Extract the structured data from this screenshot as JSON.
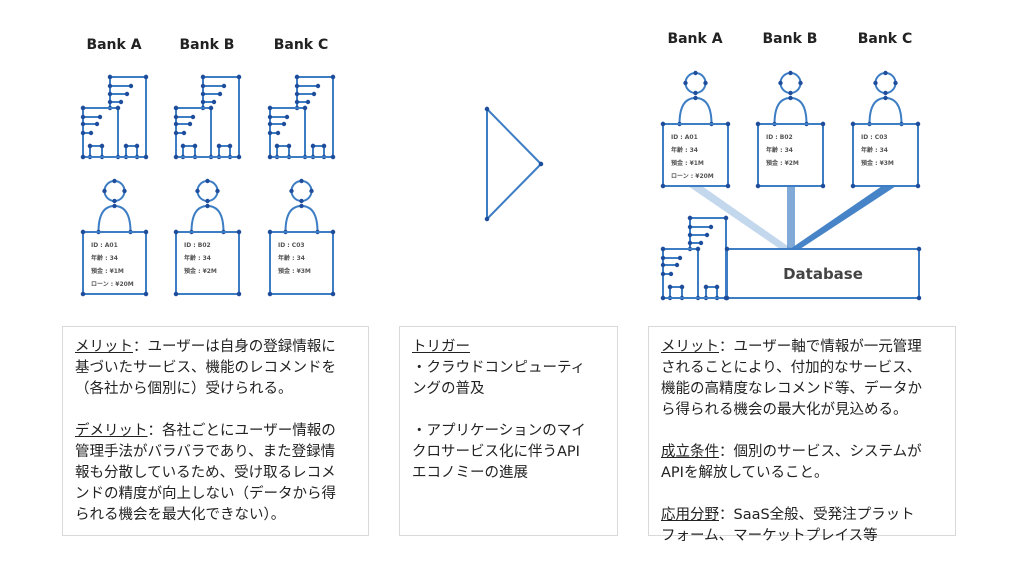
{
  "colors": {
    "line": "#3d7dc4",
    "dot": "#1d4d9b",
    "text": "#222222"
  },
  "left": {
    "banks": [
      {
        "name": "Bank A",
        "card": [
          "ID : A01",
          "年齢 : 34",
          "預金 : ¥1M",
          "ローン : ¥20M"
        ]
      },
      {
        "name": "Bank B",
        "card": [
          "ID : B02",
          "年齢 : 34",
          "預金 : ¥2M"
        ]
      },
      {
        "name": "Bank C",
        "card": [
          "ID : C03",
          "年齢 : 34",
          "預金 : ¥3M"
        ]
      }
    ]
  },
  "right": {
    "banks": [
      {
        "name": "Bank A",
        "card": [
          "ID : A01",
          "年齢 : 34",
          "預金 : ¥1M",
          "ローン : ¥20M"
        ]
      },
      {
        "name": "Bank B",
        "card": [
          "ID : B02",
          "年齢 : 34",
          "預金 : ¥2M"
        ]
      },
      {
        "name": "Bank C",
        "card": [
          "ID : C03",
          "年齢 : 34",
          "預金 : ¥3M"
        ]
      }
    ],
    "database_label": "Database"
  },
  "boxes": [
    {
      "sections": [
        {
          "label": "メリット",
          "lines": [
            "：ユーザーは自身の登録情報に",
            "基づいたサービス、機能のレコメンドを",
            "（各社から個別に）受けられる。"
          ]
        },
        {
          "label": "デメリット",
          "lines": [
            "：各社ごとにユーザー情報の",
            "管理手法がバラバラであり、また登録情",
            "報も分散しているため、受け取るレコメ",
            "ンドの精度が向上しない（データから得",
            "られる機会を最大化できない）。"
          ]
        }
      ]
    },
    {
      "sections": [
        {
          "label": "トリガー",
          "lines": [
            "",
            "・クラウドコンピューティ",
            "ングの普及"
          ]
        },
        {
          "label": "",
          "lines": [
            "・アプリケーションのマイ",
            "クロサービス化に伴うAPI",
            "エコノミーの進展"
          ]
        }
      ]
    },
    {
      "sections": [
        {
          "label": "メリット",
          "lines": [
            "：ユーザー軸で情報が一元管理",
            "されることにより、付加的なサービス、",
            "機能の高精度なレコメンド等、データか",
            "ら得られる機会の最大化が見込める。"
          ]
        },
        {
          "label": "成立条件",
          "lines": [
            "：個別のサービス、システムが",
            "APIを解放していること。"
          ]
        },
        {
          "label": "応用分野",
          "lines": [
            "：SaaS全般、受発注プラット",
            "フォーム、マーケットプレイス等"
          ]
        }
      ]
    }
  ]
}
